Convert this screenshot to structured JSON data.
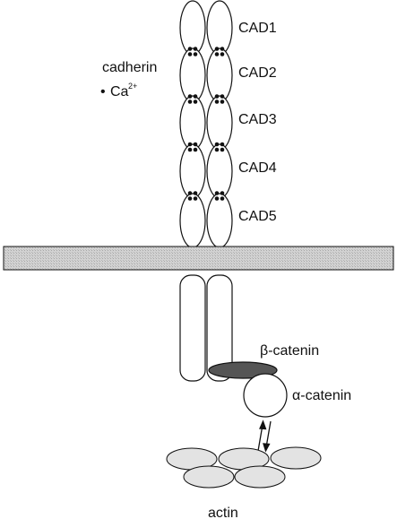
{
  "labels": {
    "cadherin": "cadherin",
    "calcium_bullet": "•",
    "calcium": "Ca",
    "calcium_charge": "2+",
    "domains": [
      "CAD1",
      "CAD2",
      "CAD3",
      "CAD4",
      "CAD5"
    ],
    "beta_catenin": "β-catenin",
    "alpha_catenin": "α-catenin",
    "actin": "actin"
  },
  "colors": {
    "stroke": "#111111",
    "membrane": "#cfcfcf",
    "beta_catenin_fill": "#555555",
    "actin_fill": "#e3e3e3",
    "calcium_dot": "#111111"
  }
}
